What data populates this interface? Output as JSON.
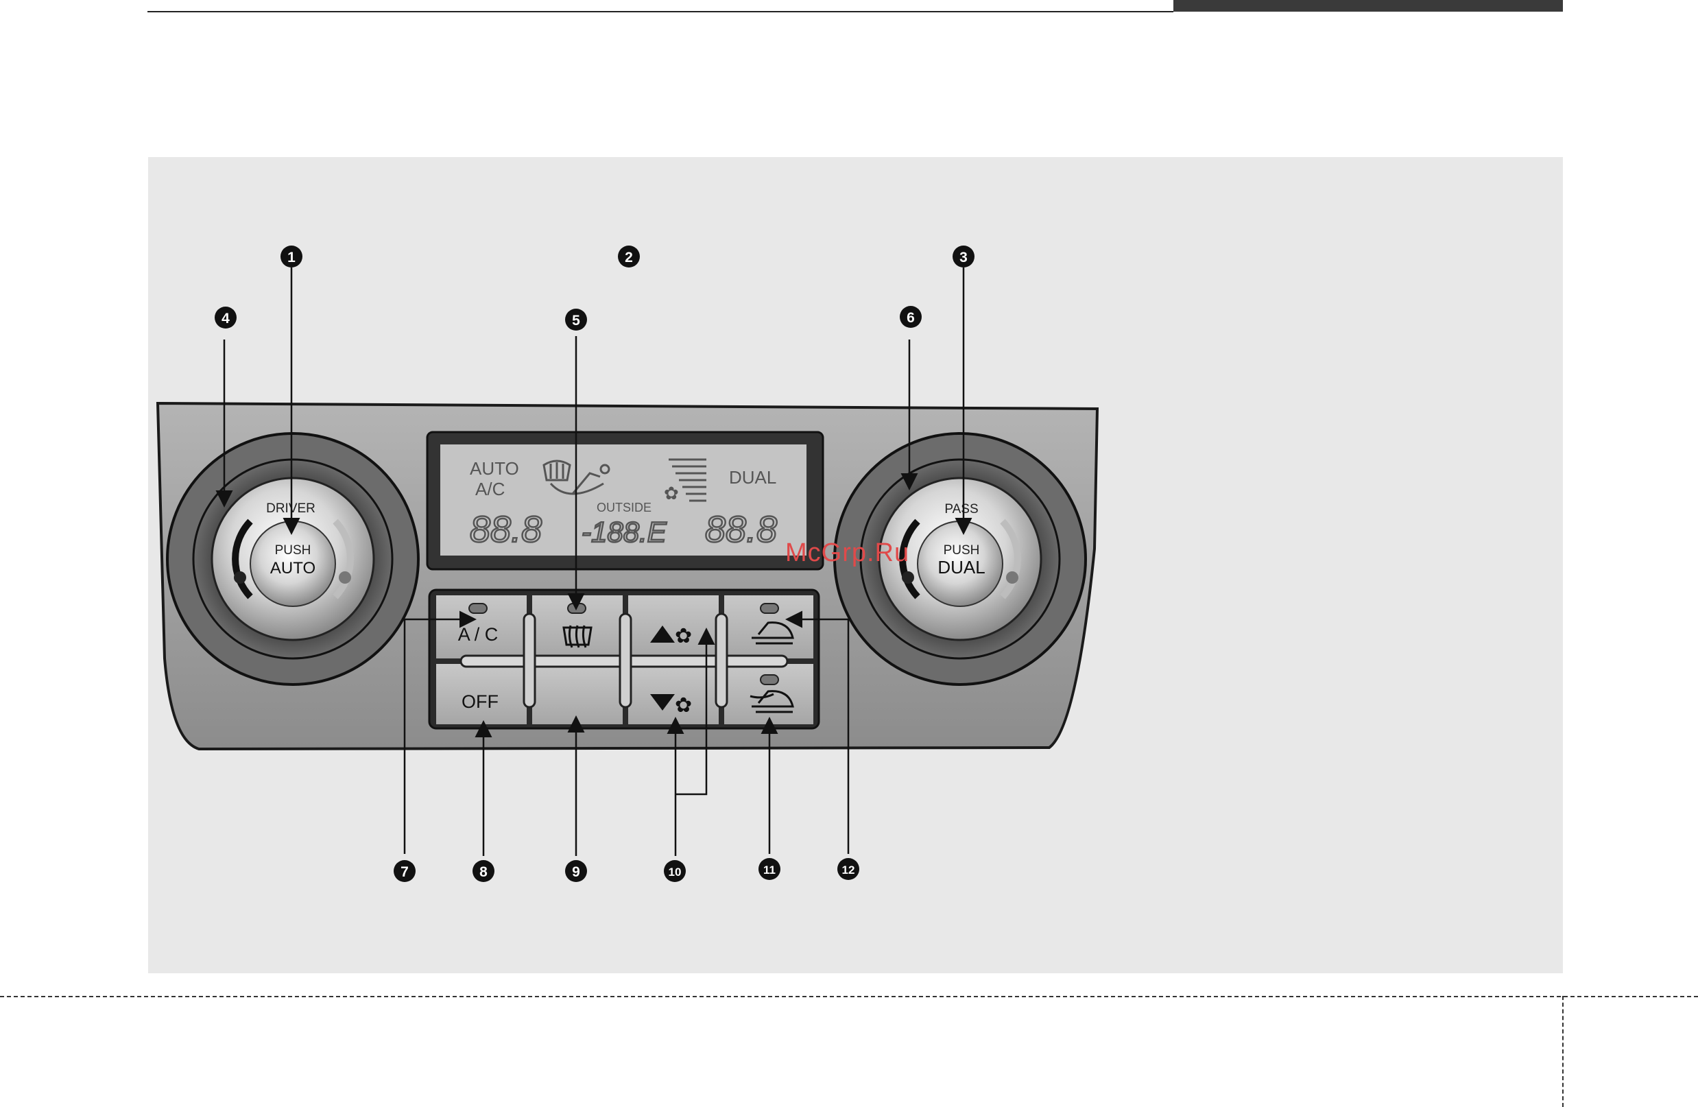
{
  "callouts": [
    "1",
    "2",
    "3",
    "4",
    "5",
    "6",
    "7",
    "8",
    "9",
    "10",
    "11",
    "12"
  ],
  "display": {
    "auto": "AUTO",
    "ac": "A/C",
    "outside": "OUTSIDE",
    "dual": "DUAL",
    "left_temp": "88.8",
    "outside_temp": "-188.E",
    "right_temp": "88.8"
  },
  "knobs": {
    "driver_label": "DRIVER",
    "driver_push": "PUSH",
    "driver_main": "AUTO",
    "pass_label": "PASS",
    "pass_push": "PUSH",
    "pass_main": "DUAL"
  },
  "buttons": {
    "ac": "A / C",
    "off": "OFF"
  },
  "watermark": "McGrp.Ru",
  "icons": [
    "defrost-icon",
    "fan-up-icon",
    "fan-down-icon",
    "recirculation-icon",
    "fresh-air-icon",
    "fan-speed-bars-icon"
  ]
}
